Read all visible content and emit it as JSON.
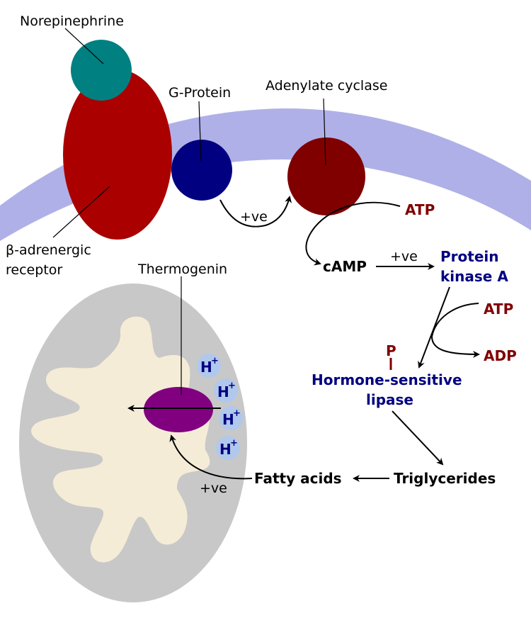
{
  "diagram": {
    "title": "Brown fat thermogenesis signalling pathway",
    "colors": {
      "membrane": "#b0b0e8",
      "norepinephrine": "#008080",
      "receptor": "#aa0000",
      "g_protein": "#000080",
      "adenylate_cyclase": "#800000",
      "mitochondrion_outer": "#c8c8c8",
      "mitochondrion_inner": "#f5ecd7",
      "thermogenin": "#800080",
      "proton": "#b0c8ec",
      "molecule_red": "#800000",
      "enzyme_blue": "#000080"
    },
    "labels": {
      "norepinephrine": "Norepinephrine",
      "g_protein": "G-Protein",
      "adenylate_cyclase": "Adenylate cyclase",
      "receptor_line1": "β-adrenergic",
      "receptor_line2": "receptor",
      "thermogenin": "Thermogenin",
      "atp_1": "ATP",
      "camp": "cAMP",
      "pka_line1": "Protein",
      "pka_line2": "kinase A",
      "atp_2": "ATP",
      "adp": "ADP",
      "phosphate": "P",
      "hsl_line1": "Hormone-sensitive",
      "hsl_line2": "lipase",
      "triglycerides": "Triglycerides",
      "fatty_acids": "Fatty acids",
      "pos_1": "+ve",
      "pos_2": "+ve",
      "pos_3": "+ve"
    },
    "protons": [
      {
        "base": "H",
        "sup": "+"
      },
      {
        "base": "H",
        "sup": "+"
      },
      {
        "base": "H",
        "sup": "+"
      },
      {
        "base": "H",
        "sup": "+"
      }
    ]
  }
}
